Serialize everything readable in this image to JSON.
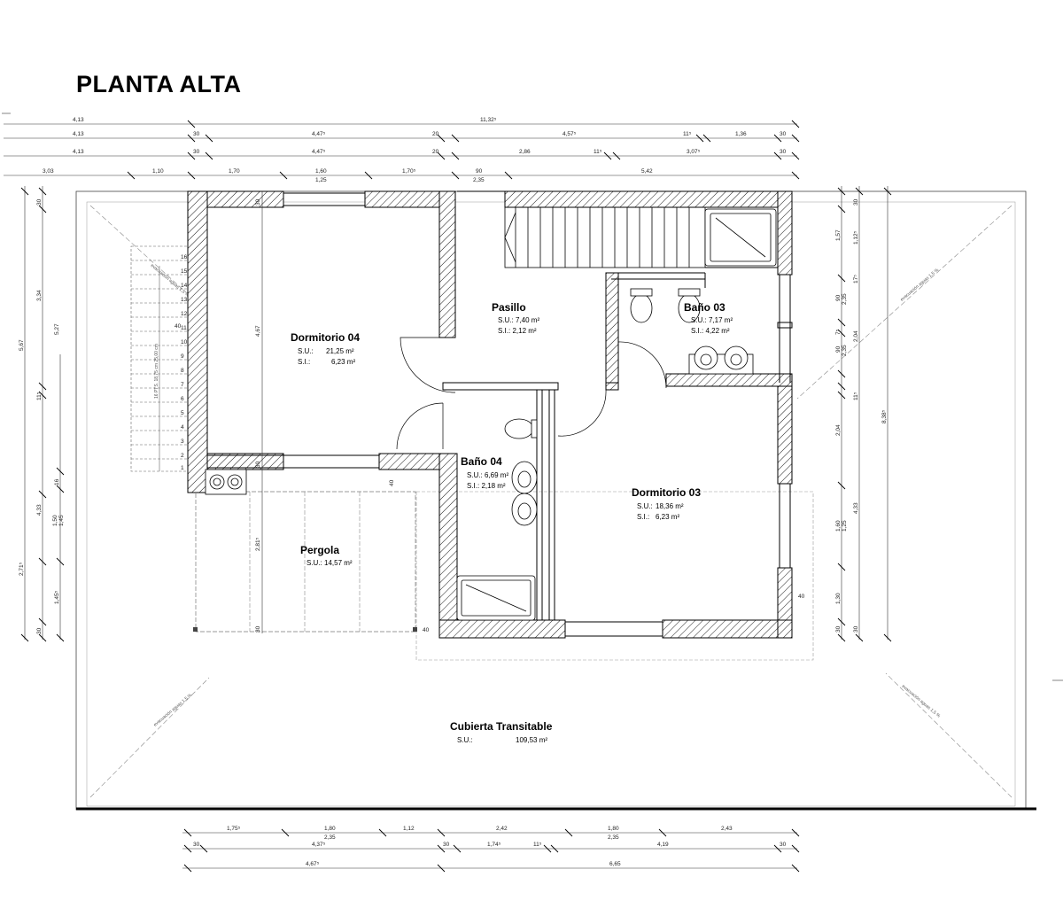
{
  "title": "PLANTA ALTA",
  "rooms": {
    "dormitorio04": {
      "name": "Dormitorio 04",
      "su_label": "S.U.:",
      "su_value": "21,25 m²",
      "si_label": "S.I.:",
      "si_value": "6,23 m²"
    },
    "pasillo": {
      "name": "Pasillo",
      "su": "S.U.: 7,40 m²",
      "si": "S.I.: 2,12 m²"
    },
    "bano03": {
      "name": "Baño 03",
      "su": "S.U.: 7,17 m²",
      "si": "S.I.: 4,22 m²"
    },
    "bano04": {
      "name": "Baño 04",
      "su": "S.U.: 6,69 m²",
      "si": "S.I.: 2,18 m²"
    },
    "dormitorio03": {
      "name": "Dormitorio 03",
      "su_label": "S.U.:",
      "su_value": "18,36 m²",
      "si_label": "S.I.:",
      "si_value": "6,23 m²"
    },
    "pergola": {
      "name": "Pergola",
      "su": "S.U.: 14,57 m²"
    },
    "cubierta": {
      "name": "Cubierta Transitable",
      "su_label": "S.U.:",
      "su_value": "109,53 m²"
    }
  },
  "stair_numbers": [
    "16",
    "15",
    "14",
    "13",
    "12",
    "11",
    "10",
    "9",
    "8",
    "7",
    "6",
    "5",
    "4",
    "3",
    "2",
    "1"
  ],
  "stair_note": "16 PTS. 18,75 cm 25,00 cm",
  "roof_note": "evacuación aguas 1,5 %",
  "dimensions": {
    "top_row1": [
      "4,13",
      "11,32⁵"
    ],
    "top_row2": [
      "4,13",
      "30",
      "4,47⁵",
      "20",
      "4,57⁵",
      "11⁵",
      "1,36",
      "30"
    ],
    "top_row3": [
      "4,13",
      "30",
      "4,47⁵",
      "20",
      "2,86",
      "11⁵",
      "3,07⁵",
      "30"
    ],
    "top_row4": [
      "3,03",
      "1,10",
      "1,70",
      "1,60",
      "1,25",
      "1,70⁵",
      "90",
      "2,35",
      "5,42"
    ],
    "left_outer": [
      "30",
      "3,34",
      "5,67",
      "11⁵",
      "4,33",
      "16",
      "2,71⁵",
      "1,50",
      "1,45",
      "1,45⁵",
      "30",
      "5,27"
    ],
    "interior": [
      "4,67",
      "30",
      "30",
      "2,81⁵",
      "30",
      "40",
      "40",
      "40",
      "40"
    ],
    "right": [
      "30",
      "1,57",
      "1,12⁵",
      "90",
      "2,35",
      "17⁵",
      "7⁵",
      "2,04",
      "90",
      "2,35",
      "11⁵",
      "2,04",
      "8,38⁵",
      "4,33",
      "1,60",
      "1,25",
      "1,30",
      "30",
      "30"
    ],
    "bottom_row1": [
      "1,75⁵",
      "1,80",
      "2,35",
      "1,12",
      "2,42",
      "1,80",
      "2,35",
      "2,43"
    ],
    "bottom_row2": [
      "30",
      "4,37⁵",
      "30",
      "1,74⁵",
      "11⁵",
      "4,19",
      "30"
    ],
    "bottom_row3": [
      "4,67⁵",
      "6,65"
    ]
  }
}
